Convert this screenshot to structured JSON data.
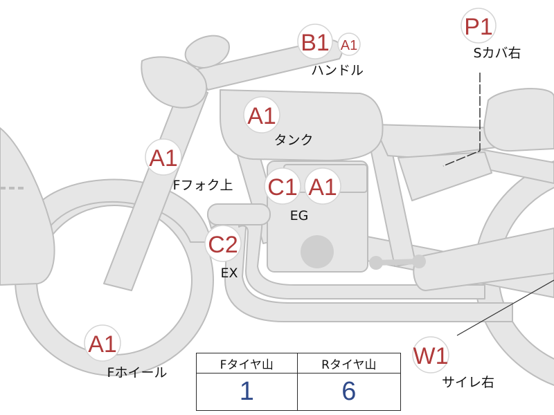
{
  "parts": {
    "handle": {
      "grade": "B1",
      "sub_grade": "A1",
      "label": "ハンドル"
    },
    "seat_cover": {
      "grade": "P1",
      "label": "Sカバ右"
    },
    "tank": {
      "grade": "A1",
      "label": "タンク"
    },
    "front_fork": {
      "grade": "A1",
      "label": "Fフォク上"
    },
    "engine": {
      "grade_1": "C1",
      "grade_2": "A1",
      "label": "EG"
    },
    "exhaust": {
      "grade": "C2",
      "label": "EX"
    },
    "front_wheel": {
      "grade": "A1",
      "label": "Fホイール"
    },
    "muffler": {
      "grade": "W1",
      "label": "サイレ右"
    }
  },
  "tire_table": {
    "headers": [
      "Fタイヤ山",
      "Rタイヤ山"
    ],
    "values": [
      "1",
      "6"
    ]
  },
  "colors": {
    "body_fill": "#e6e6e6",
    "body_stroke": "#bdbdbd",
    "grade_text": "#b03a3a",
    "tire_value_text": "#2f4a8a"
  }
}
